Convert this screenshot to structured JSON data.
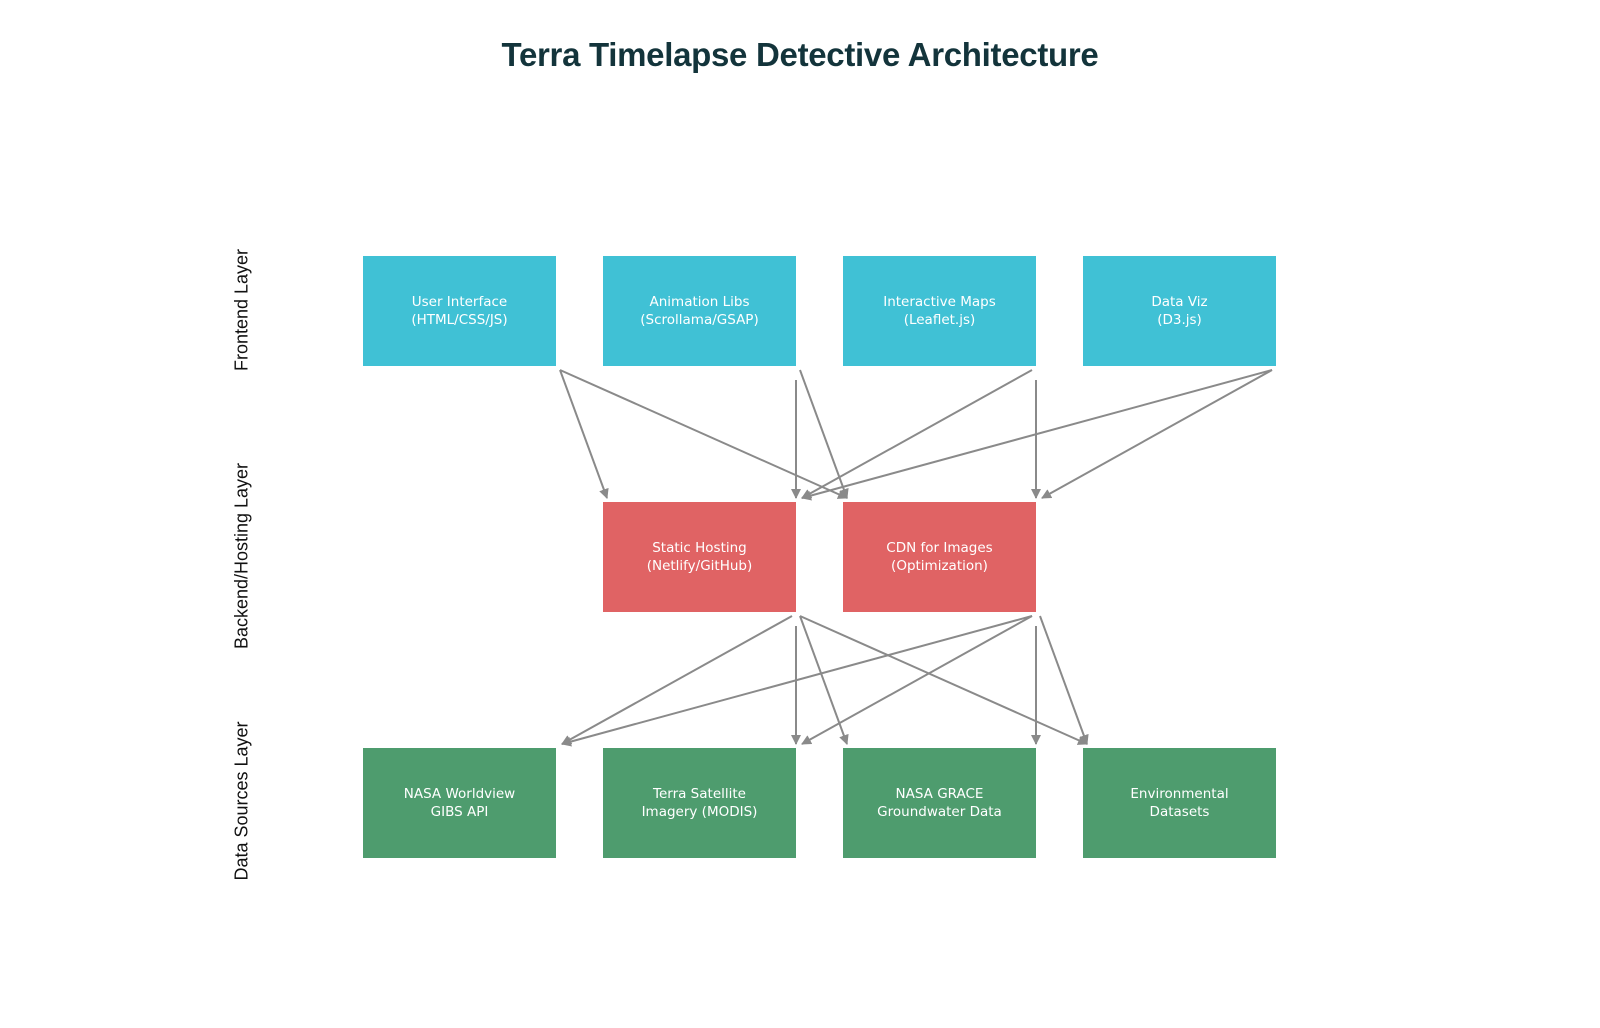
{
  "title": "Terra Timelapse Detective Architecture",
  "layers": {
    "frontend": "Frontend Layer",
    "backend": "Backend/Hosting Layer",
    "data": "Data Sources Layer"
  },
  "nodes": {
    "ui": {
      "line1": "User Interface",
      "line2": "(HTML/CSS/JS)"
    },
    "anim": {
      "line1": "Animation Libs",
      "line2": "(Scrollama/GSAP)"
    },
    "maps": {
      "line1": "Interactive Maps",
      "line2": "(Leaflet.js)"
    },
    "dataviz": {
      "line1": "Data Viz",
      "line2": "(D3.js)"
    },
    "hosting": {
      "line1": "Static Hosting",
      "line2": "(Netlify/GitHub)"
    },
    "cdn": {
      "line1": "CDN for Images",
      "line2": "(Optimization)"
    },
    "gibs": {
      "line1": "NASA Worldview",
      "line2": "GIBS API"
    },
    "modis": {
      "line1": "Terra Satellite",
      "line2": "Imagery (MODIS)"
    },
    "grace": {
      "line1": "NASA GRACE",
      "line2": "Groundwater Data"
    },
    "envdata": {
      "line1": "Environmental",
      "line2": "Datasets"
    }
  },
  "edges": [
    {
      "from": "ui",
      "to": "hosting"
    },
    {
      "from": "ui",
      "to": "cdn"
    },
    {
      "from": "anim",
      "to": "hosting"
    },
    {
      "from": "anim",
      "to": "cdn"
    },
    {
      "from": "maps",
      "to": "hosting"
    },
    {
      "from": "maps",
      "to": "cdn"
    },
    {
      "from": "dataviz",
      "to": "hosting"
    },
    {
      "from": "dataviz",
      "to": "cdn"
    },
    {
      "from": "hosting",
      "to": "gibs"
    },
    {
      "from": "hosting",
      "to": "modis"
    },
    {
      "from": "hosting",
      "to": "grace"
    },
    {
      "from": "hosting",
      "to": "envdata"
    },
    {
      "from": "cdn",
      "to": "gibs"
    },
    {
      "from": "cdn",
      "to": "modis"
    },
    {
      "from": "cdn",
      "to": "grace"
    },
    {
      "from": "cdn",
      "to": "envdata"
    }
  ],
  "colors": {
    "frontend": "#40c1d5",
    "backend": "#e06364",
    "data": "#4e9c6e",
    "edge": "#8a8a8a",
    "title": "#13343b"
  }
}
